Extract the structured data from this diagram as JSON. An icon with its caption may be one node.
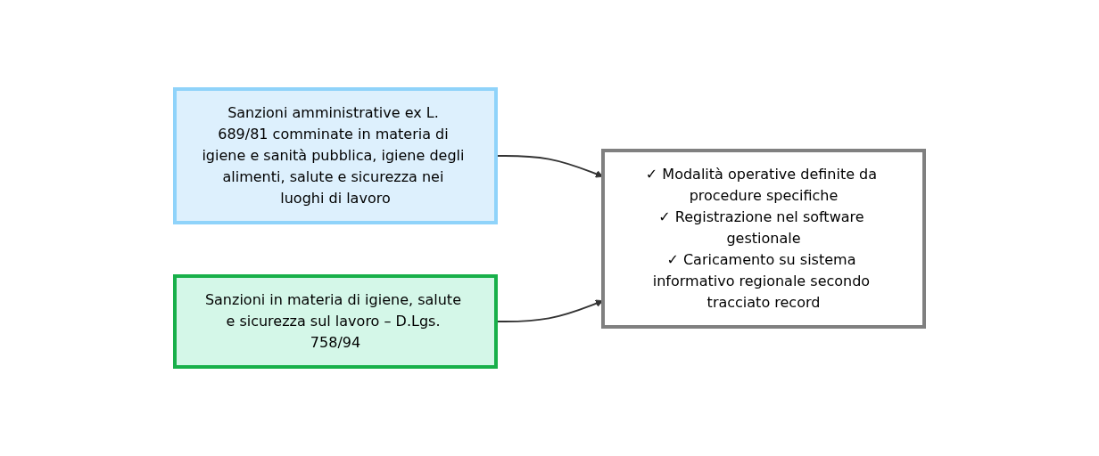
{
  "diagram": {
    "nodes": [
      {
        "text": [
          "Sanzioni amministrative ex L. 689/81 comminate in materia di igiene e sanità pubblica, igiene degli alimenti, salute e sicurezza nei luoghi di lavoro"
        ]
      },
      {
        "text": [
          "Sanzioni in materia di igiene, salute e sicurezza sul lavoro – D.Lgs. 758/94"
        ]
      },
      {
        "text": [
          "✓ Modalità operative definite da procedure specifiche",
          "✓ Registrazione nel software gestionale",
          "✓ Caricamento su sistema informativo regionale secondo tracciato record"
        ]
      }
    ],
    "edges": [
      {
        "from": 0,
        "to": 2,
        "arrow": "to"
      },
      {
        "from": 1,
        "to": 2,
        "arrow": "to"
      }
    ]
  }
}
